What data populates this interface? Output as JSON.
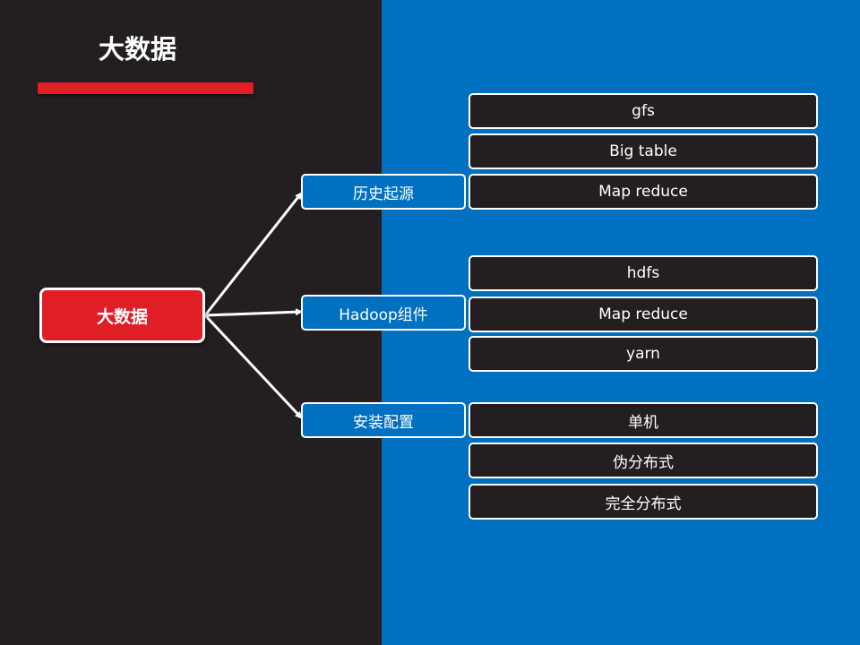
{
  "slide": {
    "title": "大数据"
  },
  "colors": {
    "dark_panel": "#231f20",
    "blue_panel": "#0070c0",
    "accent_red": "#e01e26",
    "outline": "#ffffff"
  },
  "mindmap": {
    "root": "大数据",
    "branches": [
      {
        "label": "历史起源",
        "leaves": [
          "gfs",
          "Big table",
          "Map reduce"
        ]
      },
      {
        "label": "Hadoop组件",
        "leaves": [
          "hdfs",
          "Map reduce",
          "yarn"
        ]
      },
      {
        "label": "安装配置",
        "leaves": [
          "单机",
          "伪分布式",
          "完全分布式"
        ]
      }
    ]
  }
}
